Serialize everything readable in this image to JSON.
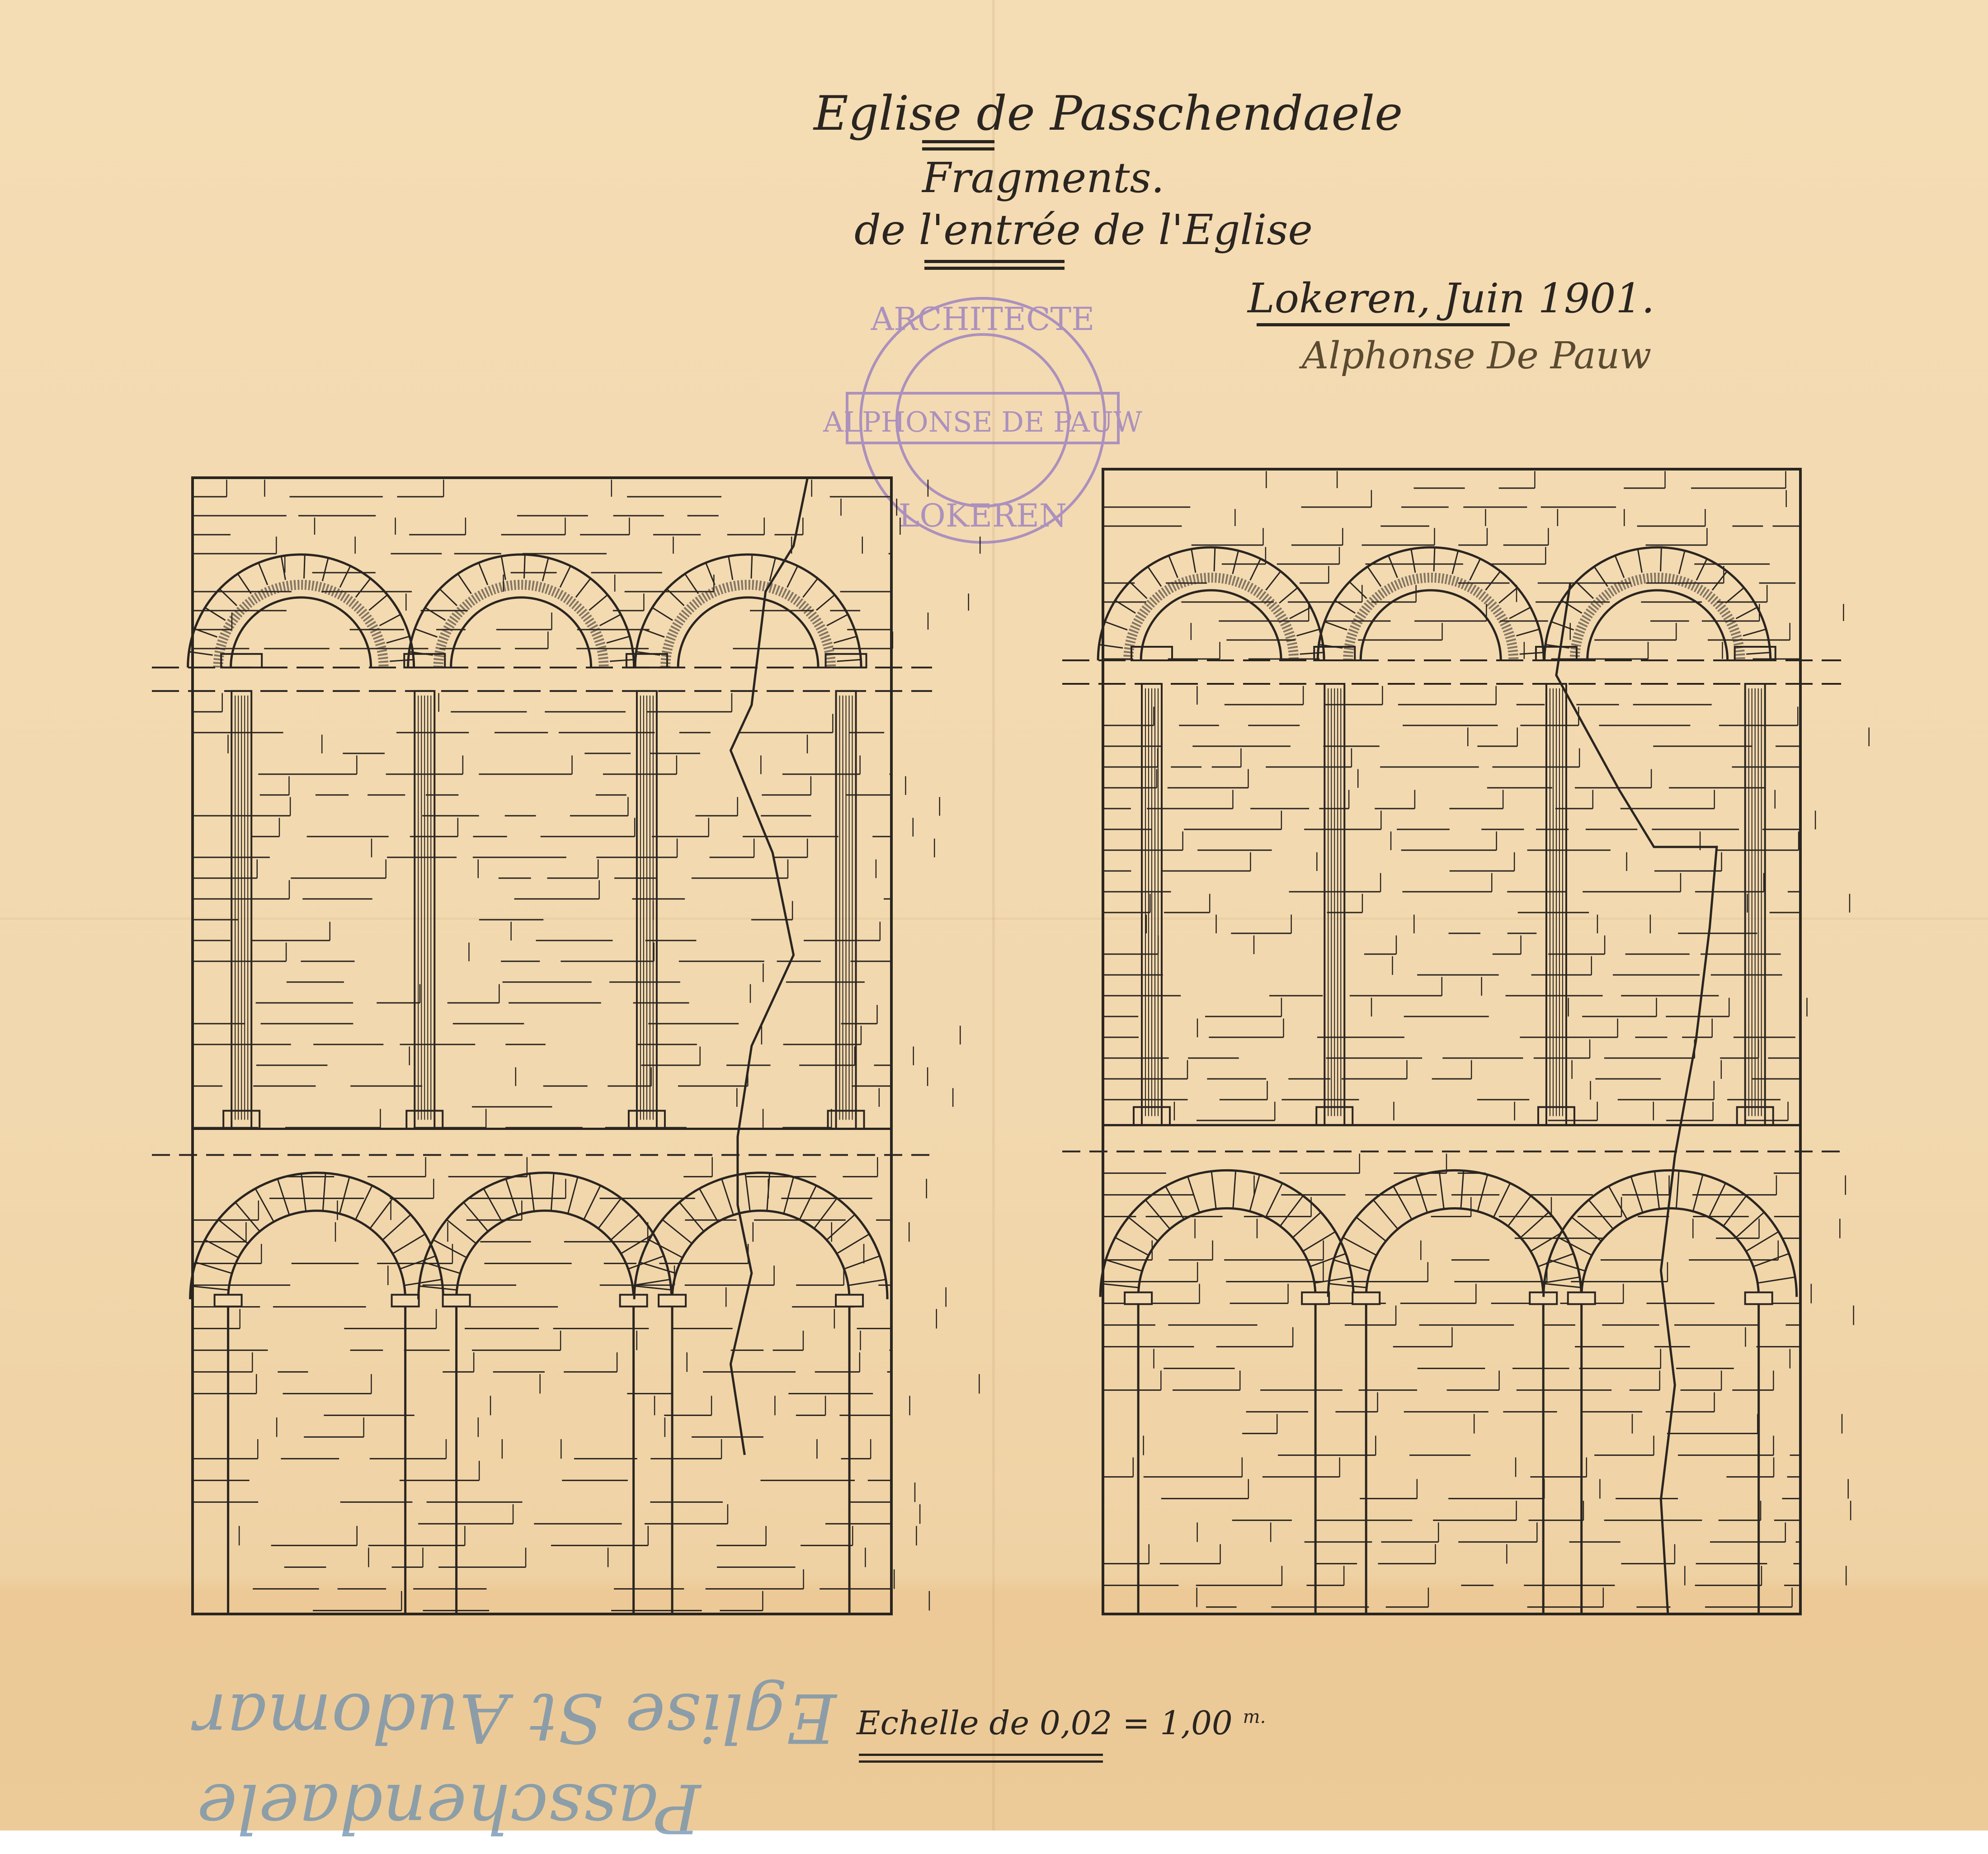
{
  "title": {
    "line1": "Eglise de Passchendaele",
    "line2": "Fragments.",
    "line3": "de l'entrée de l'Eglise"
  },
  "place_date": "Lokeren, Juin 1901.",
  "signature": "Alphonse De Pauw",
  "stamp": {
    "top": "ARCHITECTE",
    "middle": "ALPHONSE DE PAUW",
    "bottom": "LOKEREN",
    "color": "#9b7fc0"
  },
  "scale": {
    "label": "Echelle de",
    "value": "0,02 = 1,00",
    "unit": "m."
  },
  "pencil_note": {
    "line1": "Passchendaele",
    "line2": "Eglise St Audomar"
  },
  "colors": {
    "paper": "#f3dab1",
    "ink": "#2a2520",
    "pencil": "#6d8fae"
  },
  "elevations": [
    {
      "name": "left-elevation",
      "bays": 3
    },
    {
      "name": "right-elevation",
      "bays": 3
    }
  ]
}
